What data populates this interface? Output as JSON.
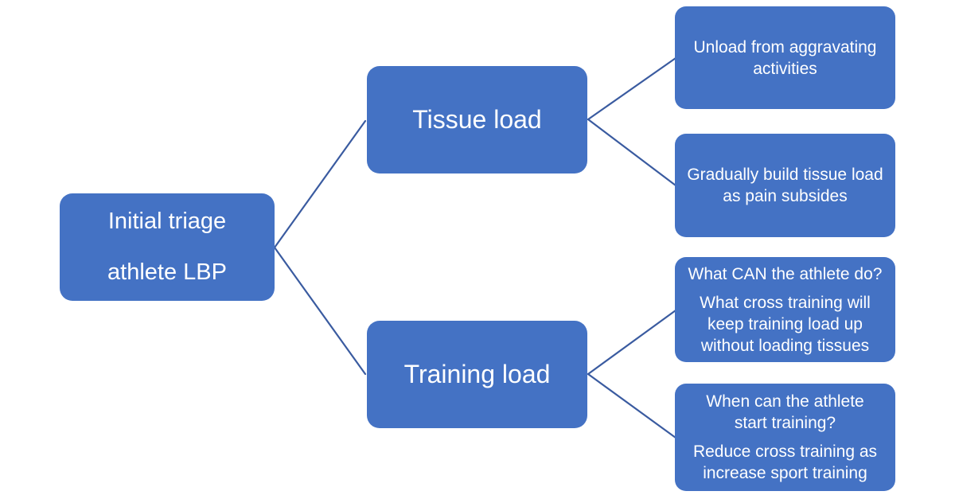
{
  "colors": {
    "node_fill": "#4472C4",
    "node_text": "#FFFFFF",
    "connector": "#3A5BA0",
    "background": "#FFFFFF"
  },
  "root": {
    "p1": "Initial triage",
    "p2": "athlete LBP"
  },
  "tissue": {
    "label": "Tissue load"
  },
  "training": {
    "label": "Training load"
  },
  "unload": {
    "l1": "Unload from aggravating",
    "l2": "activities"
  },
  "build": {
    "l1": "Gradually build tissue load",
    "l2": "as pain subsides"
  },
  "what_can": {
    "p1": "What CAN the athlete do?",
    "p2l1": "What cross training will",
    "p2l2": "keep training load up",
    "p2l3": "without loading tissues"
  },
  "when_can": {
    "p1l1": "When can the athlete",
    "p1l2": "start training?",
    "p2l1": "Reduce cross training as",
    "p2l2": "increase sport training"
  }
}
